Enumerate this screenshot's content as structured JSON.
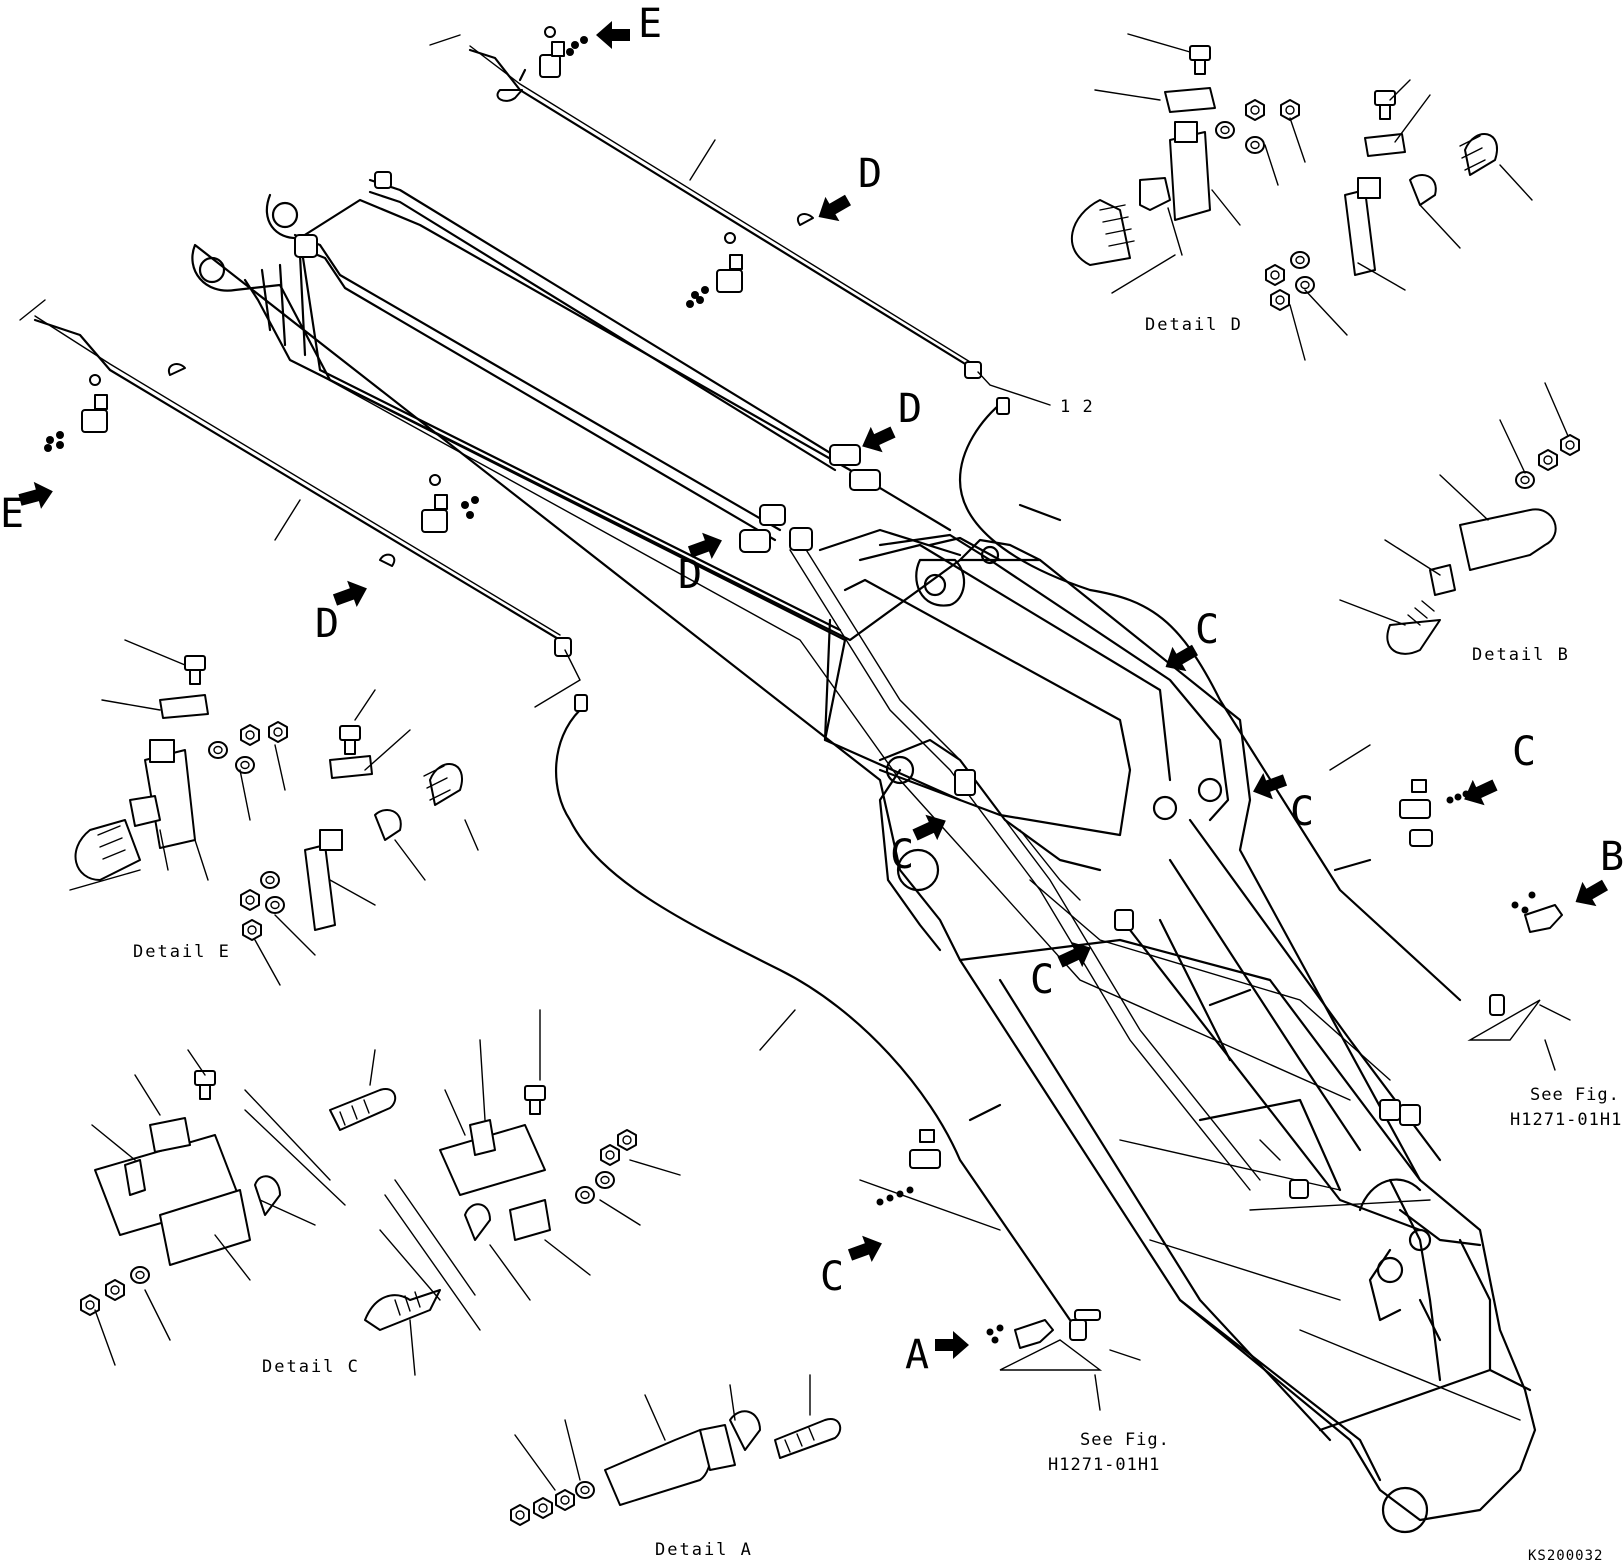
{
  "callouts": {
    "A": "A",
    "B": "B",
    "C": "C",
    "D": "D",
    "E": "E"
  },
  "part_number_label": "1 2",
  "detail_titles": {
    "a": "Detail A",
    "b": "Detail B",
    "c": "Detail C",
    "d": "Detail D",
    "e": "Detail E"
  },
  "see_fig": {
    "line1": "See Fig.",
    "line2": "H1271-01H1"
  },
  "drawing_code": "KS200032"
}
